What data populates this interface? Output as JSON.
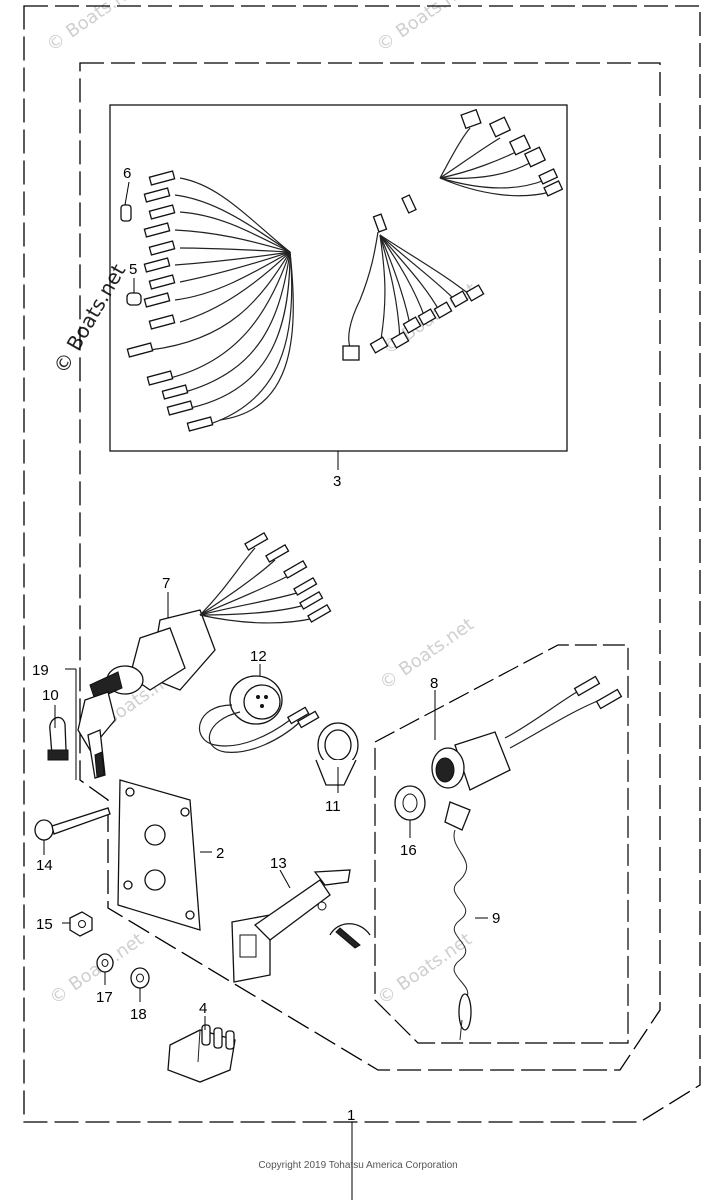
{
  "watermark": "© Boats.net",
  "copyright": "Copyright 2019 Tohatsu America Corporation",
  "callouts": {
    "c1": "1",
    "c2": "2",
    "c3": "3",
    "c4": "4",
    "c5": "5",
    "c6": "6",
    "c7": "7",
    "c8": "8",
    "c9": "9",
    "c10": "10",
    "c11": "11",
    "c12": "12",
    "c13": "13",
    "c14": "14",
    "c15": "15",
    "c16": "16",
    "c17": "17",
    "c18": "18",
    "c19": "19"
  }
}
